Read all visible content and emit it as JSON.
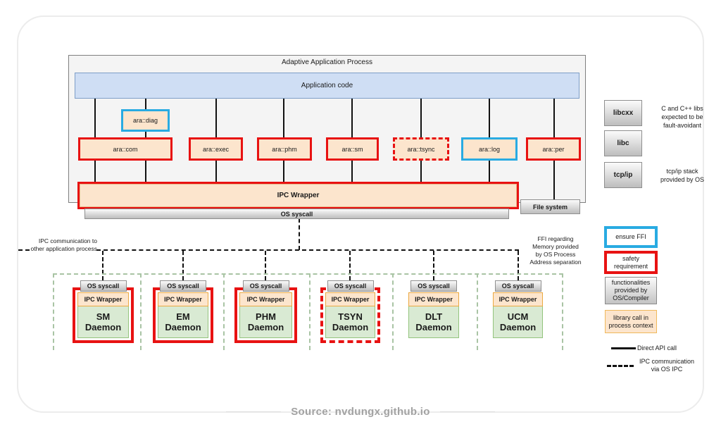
{
  "process": {
    "title": "Adaptive Application Process",
    "app_code": "Application code",
    "ipc_wrapper": "IPC Wrapper",
    "os_syscall": "OS syscall",
    "file_system": "File system"
  },
  "ara_modules": [
    {
      "label": "ara::diag",
      "style": "ensure-ffi"
    },
    {
      "label": "ara::com",
      "style": "safety"
    },
    {
      "label": "ara::exec",
      "style": "safety"
    },
    {
      "label": "ara::phm",
      "style": "safety"
    },
    {
      "label": "ara::sm",
      "style": "safety"
    },
    {
      "label": "ara::tsync",
      "style": "safety-dashed"
    },
    {
      "label": "ara::log",
      "style": "ensure-ffi"
    },
    {
      "label": "ara::per",
      "style": "safety"
    }
  ],
  "os_libs": {
    "items": [
      {
        "label": "libcxx"
      },
      {
        "label": "libc"
      },
      {
        "label": "tcp/ip"
      }
    ],
    "note_libs": "C and C++ libs\nexpected to be\nfault-avoidant",
    "note_tcpip": "tcp/ip stack\nprovided by OS"
  },
  "annotations": {
    "ipc_left": "IPC communication to\nother application process",
    "ffi_right": "FFI regarding\nMemory provided\nby OS Process\nAddress separation"
  },
  "daemons": [
    {
      "os": "OS syscall",
      "ipc": "IPC Wrapper",
      "name": "SM\nDaemon",
      "style": "safety"
    },
    {
      "os": "OS syscall",
      "ipc": "IPC Wrapper",
      "name": "EM\nDaemon",
      "style": "safety"
    },
    {
      "os": "OS syscall",
      "ipc": "IPC Wrapper",
      "name": "PHM\nDaemon",
      "style": "safety"
    },
    {
      "os": "OS syscall",
      "ipc": "IPC Wrapper",
      "name": "TSYN\nDaemon",
      "style": "safety-dashed"
    },
    {
      "os": "OS syscall",
      "ipc": "IPC Wrapper",
      "name": "DLT\nDaemon",
      "style": "plain"
    },
    {
      "os": "OS syscall",
      "ipc": "IPC Wrapper",
      "name": "UCM\nDaemon",
      "style": "plain"
    }
  ],
  "legend": {
    "ensure_ffi": "ensure FFI",
    "safety": "safety\nrequirement",
    "os_compiler": "functionalities\nprovided by\nOS/Compiler",
    "library_call": "library call in\nprocess context",
    "direct_api": "Direct API call",
    "ipc_os": "IPC communication\nvia OS IPC"
  },
  "colors": {
    "safety_red": "#e81212",
    "ffi_blue": "#29abe2",
    "library_orange": "#fce5cd",
    "daemon_green": "#d9ead3",
    "app_code_blue": "#cfdef4",
    "pool_dash_green": "#a9c4a4"
  },
  "footer": {
    "source": "Source: nvdungx.github.io"
  }
}
